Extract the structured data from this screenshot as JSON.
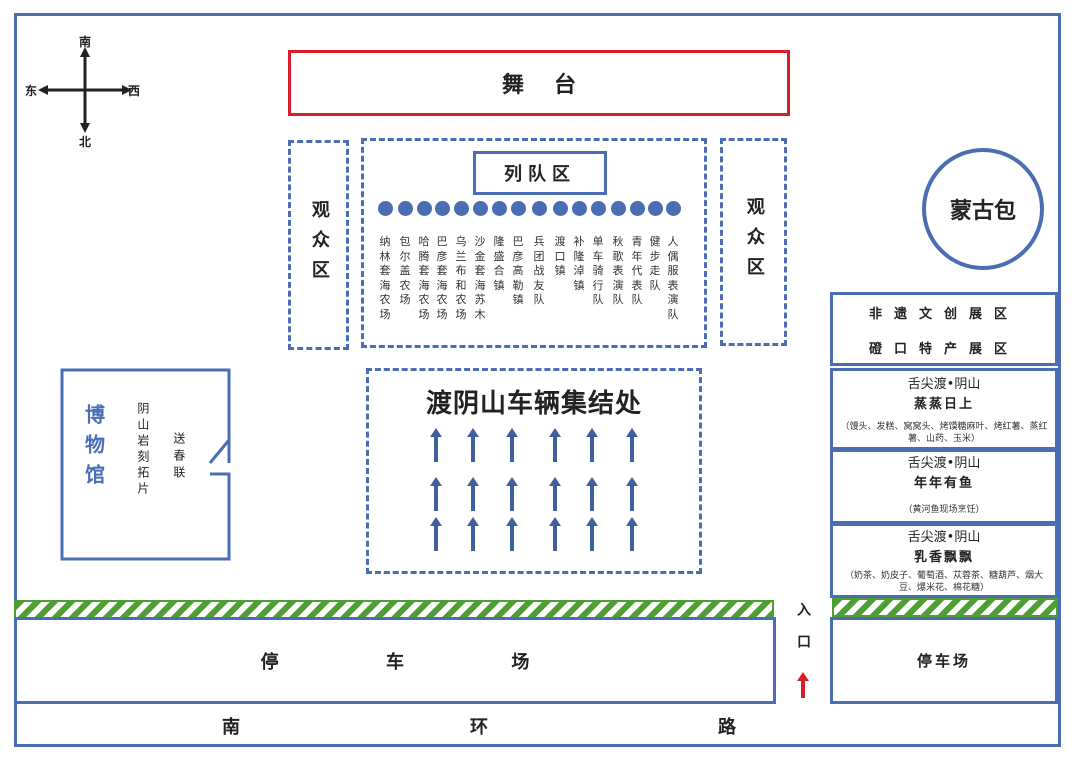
{
  "compass": {
    "north_top": "南",
    "south_bottom": "北",
    "east_left": "东",
    "west_right": "西"
  },
  "stage": {
    "label": "舞台"
  },
  "queue_area": {
    "title": "列队区",
    "teams": [
      "纳林套海农场",
      "包尔盖农场",
      "哈腾套海农场",
      "巴彦套海农场",
      "乌兰布和农场",
      "沙金套海苏木",
      "隆盛合镇",
      "巴彦高勒镇",
      "兵团战友队",
      "渡口镇",
      "补隆淖镇",
      "单车骑行队",
      "秋歌表演队",
      "青年代表队",
      "健步走队",
      "人偶服表演队"
    ]
  },
  "audience_left": "观众区",
  "audience_right": "观众区",
  "yurt": "蒙古包",
  "heritage": {
    "line1": "非遗文创展区",
    "line2": "磴口特产展区"
  },
  "food": [
    {
      "title": "舌尖渡•阴山",
      "subtitle": "蒸蒸日上",
      "note": "（馒头、发糕、窝窝头、烤馍糖麻叶、烤红薯、蒸红薯、山药、玉米）"
    },
    {
      "title": "舌尖渡•阴山",
      "subtitle": "年年有鱼",
      "note": "（黄河鱼现场烹饪）"
    },
    {
      "title": "舌尖渡•阴山",
      "subtitle": "乳香飘飘",
      "note": "（奶茶、奶皮子、葡萄酒、苁蓉茶、糖葫芦、烟大豆、爆米花、棉花糖）"
    }
  ],
  "museum": {
    "title": "博物馆",
    "rock": "阴山岩刻拓片",
    "couplets": "送春联"
  },
  "assembly": {
    "title": "渡阴山车辆集结处"
  },
  "parking_main": [
    "停",
    "车",
    "场"
  ],
  "parking_right": "停车场",
  "entrance": "入口",
  "road": [
    "南",
    "环",
    "路"
  ],
  "colors": {
    "blue": "#4a6db4",
    "red": "#d81e28",
    "green": "#4f9e34"
  }
}
